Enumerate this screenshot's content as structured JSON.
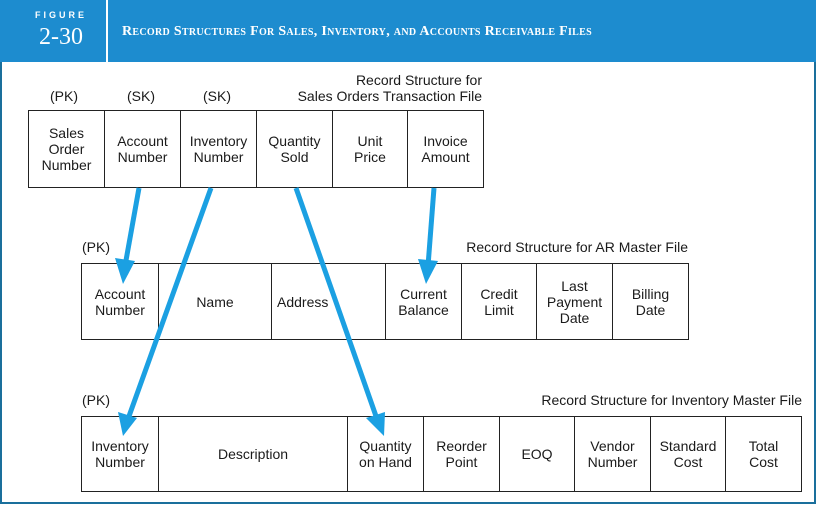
{
  "figure": {
    "word": "FIGURE",
    "number": "2-30",
    "title": "Record Structures For Sales, Inventory, and Accounts Receivable Files"
  },
  "colors": {
    "header": "#1d8ccf",
    "arrow": "#1ba0e2",
    "border": "#222222"
  },
  "sales": {
    "title": "Record Structure for\nSales Orders Transaction File",
    "keys": [
      "(PK)",
      "(SK)",
      "(SK)"
    ],
    "fields": [
      "Sales\nOrder\nNumber",
      "Account\nNumber",
      "Inventory\nNumber",
      "Quantity\nSold",
      "Unit\nPrice",
      "Invoice\nAmount"
    ]
  },
  "ar": {
    "title": "Record Structure for AR Master File",
    "key": "(PK)",
    "fields": [
      "Account\nNumber",
      "Name",
      "Address",
      "Current\nBalance",
      "Credit\nLimit",
      "Last\nPayment\nDate",
      "Billing\nDate"
    ]
  },
  "inventory": {
    "title": "Record Structure for Inventory Master File",
    "key": "(PK)",
    "fields": [
      "Inventory\nNumber",
      "Description",
      "Quantity\non Hand",
      "Reorder\nPoint",
      "EOQ",
      "Vendor\nNumber",
      "Standard\nCost",
      "Total\nCost"
    ]
  }
}
